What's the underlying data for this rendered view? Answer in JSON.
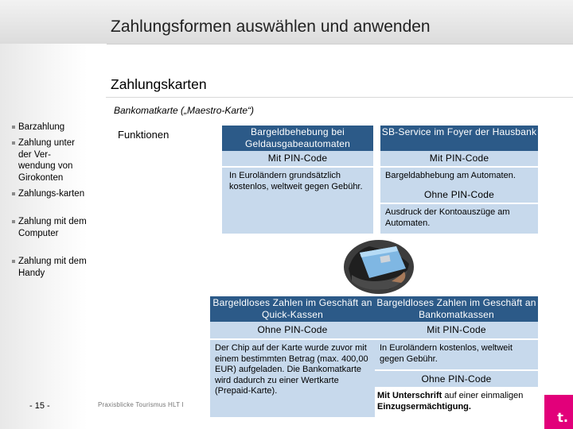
{
  "header": {
    "title": "Zahlungsformen auswählen und anwenden"
  },
  "sidebar": {
    "items": [
      {
        "label": "Barzahlung"
      },
      {
        "label": "Zahlung unter der Ver-wendung von Girokonten"
      },
      {
        "label": "Zahlungs-karten"
      },
      {
        "label": "Zahlung mit dem Computer"
      },
      {
        "label": "Zahlung mit dem Handy"
      }
    ]
  },
  "main": {
    "section_title": "Zahlungskarten",
    "subtitle": "Bankomatkarte („Maestro-Karte“)",
    "functions_label": "Funktionen",
    "col_bargeld": {
      "header": "Bargeldbehebung bei Geldausgabeautomaten",
      "pin": "Mit PIN-Code",
      "body": "In Euroländern grundsätzlich kostenlos, weltweit gegen Gebühr."
    },
    "col_sb": {
      "header": "SB-Service im Foyer der Hausbank",
      "pin": "Mit PIN-Code",
      "body1": "Bargeldabhebung am Automaten.",
      "pin2": "Ohne PIN-Code",
      "body2": "Ausdruck der Kontoauszüge am Automaten."
    },
    "col_quick": {
      "header": "Bargeldloses Zahlen im Geschäft an Quick-Kassen",
      "pin": "Ohne PIN-Code",
      "body": "Der Chip auf der Karte wurde zuvor mit einem bestimmten Betrag (max. 400,00 EUR) aufgeladen. Die Bankomatkarte wird dadurch zu einer Wertkarte (Prepaid-Karte)."
    },
    "col_bankomat": {
      "header": "Bargeldloses Zahlen im Geschäft an Bankomatkassen",
      "pin": "Mit PIN-Code",
      "body1": "In Euroländern kostenlos, weltweit gegen Gebühr.",
      "pin2": "Ohne PIN-Code",
      "sig_bold1": "Mit Unterschrift",
      "sig_text1": " auf einer einmaligen ",
      "sig_bold2": "Einzugsermächtigung."
    }
  },
  "footer": {
    "page_number": "- 15 -",
    "series": "Praxisblicke Tourismus HLT I",
    "logo_text": "t."
  },
  "colors": {
    "header_blue": "#2c5a88",
    "box_light_blue": "#c7d9ec",
    "logo_magenta": "#e2007a"
  }
}
